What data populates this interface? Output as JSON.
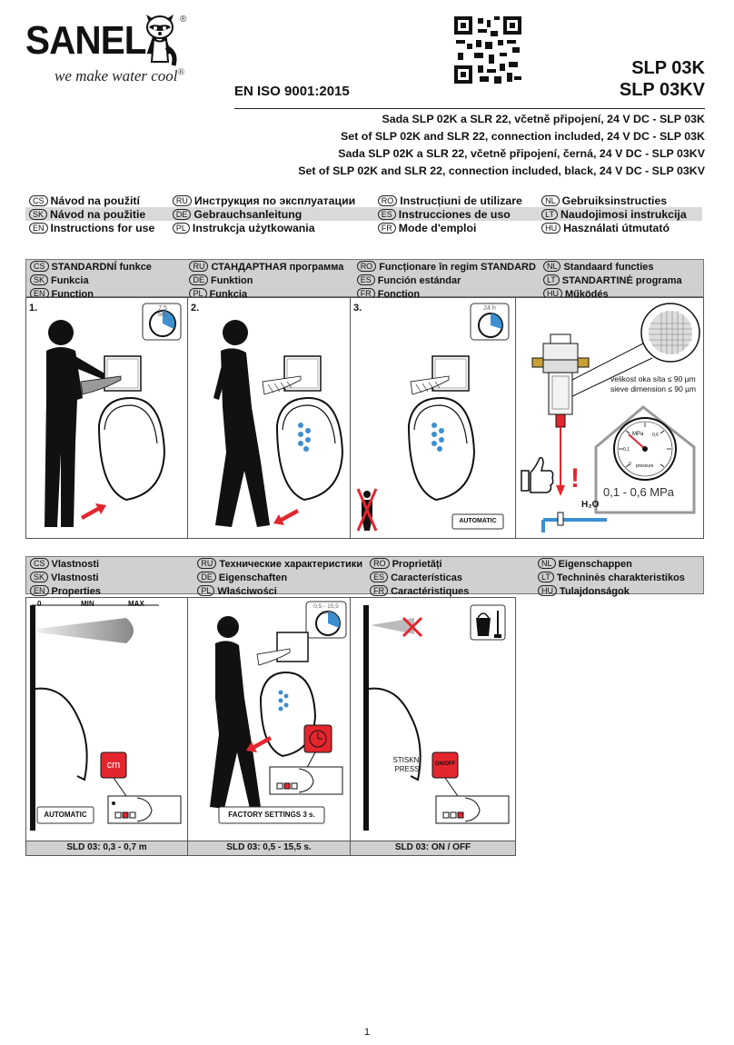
{
  "brand": {
    "logo_text": "SANELA",
    "tagline": "we make water cool",
    "reg": "®"
  },
  "standard": "EN ISO 9001:2015",
  "models": [
    "SLP 03K",
    "SLP 03KV"
  ],
  "descriptions": [
    "Sada SLP 02K a SLR 22, včetně připojení, 24 V DC - SLP 03K",
    "Set of SLP 02K and SLR 22, connection included, 24 V DC - SLP 03K",
    "Sada SLP 02K a SLR 22, včetně připojení, černá, 24 V DC - SLP 03KV",
    "Set of SLP 02K and SLR 22, connection included, black, 24 V DC - SLP 03KV"
  ],
  "instructions": [
    [
      {
        "code": "CS",
        "text": "Návod na použití"
      },
      {
        "code": "RU",
        "text": "Инструкция по эксплуатации"
      },
      {
        "code": "RO",
        "text": "Instrucțiuni de utilizare"
      },
      {
        "code": "NL",
        "text": "Gebruiksinstructies"
      }
    ],
    [
      {
        "code": "SK",
        "text": "Návod na použitie"
      },
      {
        "code": "DE",
        "text": "Gebrauchsanleitung"
      },
      {
        "code": "ES",
        "text": "Instrucciones de uso"
      },
      {
        "code": "LT",
        "text": "Naudojimosi instrukcija"
      }
    ],
    [
      {
        "code": "EN",
        "text": "Instructions for use"
      },
      {
        "code": "PL",
        "text": "Instrukcja użytkowania"
      },
      {
        "code": "FR",
        "text": "Mode d'emploi"
      },
      {
        "code": "HU",
        "text": "Használati útmutató"
      }
    ]
  ],
  "function_header": [
    [
      {
        "code": "CS",
        "text": "STANDARDNÍ funkce"
      },
      {
        "code": "RU",
        "text": "СТАНДАРТНАЯ программа"
      },
      {
        "code": "RO",
        "text": "Funcționare în regim STANDARD"
      },
      {
        "code": "NL",
        "text": "Standaard functies"
      }
    ],
    [
      {
        "code": "SK",
        "text": "Funkcia"
      },
      {
        "code": "DE",
        "text": "Funktion"
      },
      {
        "code": "ES",
        "text": "Función estándar"
      },
      {
        "code": "LT",
        "text": "STANDARTINĖ programa"
      }
    ],
    [
      {
        "code": "EN",
        "text": "Function"
      },
      {
        "code": "PL",
        "text": "Funkcja"
      },
      {
        "code": "FR",
        "text": "Fonction"
      },
      {
        "code": "HU",
        "text": "Működés"
      }
    ]
  ],
  "function_panels": {
    "p1": {
      "num": "1.",
      "timer": "7,5",
      "timer_unit": "sec"
    },
    "p2": {
      "num": "2."
    },
    "p3": {
      "num": "3.",
      "timer": "24 h",
      "badge": "AUTOMATIC"
    },
    "p4": {
      "sieve1": "velikost oka síta ≤ 90 µm",
      "sieve2": "sieve dimension ≤ 90 µm",
      "gauge_unit": "MPa",
      "gauge_sub": "pressure",
      "gauge_v1": "0,6",
      "gauge_v2": "0,1",
      "gauge_zero": "0",
      "pressure": "0,1 - 0,6 MPa",
      "water": "H₂O",
      "alert": "!"
    }
  },
  "properties_header": [
    [
      {
        "code": "CS",
        "text": "Vlastnosti"
      },
      {
        "code": "RU",
        "text": "Технические характеристики"
      },
      {
        "code": "RO",
        "text": "Proprietăți"
      },
      {
        "code": "NL",
        "text": "Eigenschappen"
      }
    ],
    [
      {
        "code": "SK",
        "text": "Vlastnosti"
      },
      {
        "code": "DE",
        "text": "Eigenschaften"
      },
      {
        "code": "ES",
        "text": "Características"
      },
      {
        "code": "LT",
        "text": "Techninės charakteristikos"
      }
    ],
    [
      {
        "code": "EN",
        "text": "Properties"
      },
      {
        "code": "PL",
        "text": "Właściwości"
      },
      {
        "code": "FR",
        "text": "Caractéristiques"
      },
      {
        "code": "HU",
        "text": "Tulajdonságok"
      }
    ]
  ],
  "property_panels": {
    "p1": {
      "zero": "0",
      "min": "MIN",
      "max": "MAX",
      "button": "cm",
      "badge": "AUTOMATIC",
      "footer": "SLD 03: 0,3 - 0,7 m"
    },
    "p2": {
      "timer": "0,5 - 15,5",
      "timer_unit": "sec",
      "badge": "FACTORY SETTINGS 3 s.",
      "footer": "SLD 03: 0,5 - 15,5 s."
    },
    "p3": {
      "press1": "STISKNI",
      "press2": "PRESS",
      "button": "ON/OFF",
      "footer": "SLD 03: ON / OFF"
    }
  },
  "page_number": "1",
  "colors": {
    "red": "#e3262e",
    "blue": "#3d8fd0",
    "grey": "#d0d0d0"
  }
}
